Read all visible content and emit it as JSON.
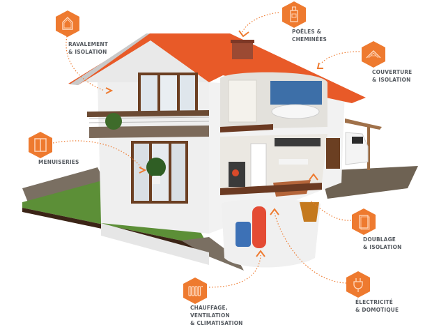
{
  "diagram": {
    "subject": "House cutaway infographic",
    "accent_color": "#EE7A2F",
    "label_color": "#555A60",
    "roof_color": "#E85A28",
    "callouts": [
      {
        "id": "ravalement",
        "icon": "house-outline-icon",
        "lines": [
          "RAVALEMENT",
          "& ISOLATION"
        ]
      },
      {
        "id": "poeles",
        "icon": "stove-icon",
        "lines": [
          "POÊLES &",
          "CHEMINÉES"
        ]
      },
      {
        "id": "couverture",
        "icon": "roof-icon",
        "lines": [
          "COUVERTURE",
          "& ISOLATION"
        ]
      },
      {
        "id": "menuiseries",
        "icon": "window-icon",
        "lines": [
          "MENUISERIES"
        ]
      },
      {
        "id": "doublage",
        "icon": "panel-icon",
        "lines": [
          "DOUBLAGE",
          "& ISOLATION"
        ]
      },
      {
        "id": "chauffage",
        "icon": "radiator-icon",
        "lines": [
          "CHAUFFAGE,",
          "VENTILATION",
          "& CLIMATISATION"
        ]
      },
      {
        "id": "electricite",
        "icon": "plug-icon",
        "lines": [
          "ÉLECTRICITÉ",
          "& DOMOTIQUE"
        ]
      }
    ]
  }
}
